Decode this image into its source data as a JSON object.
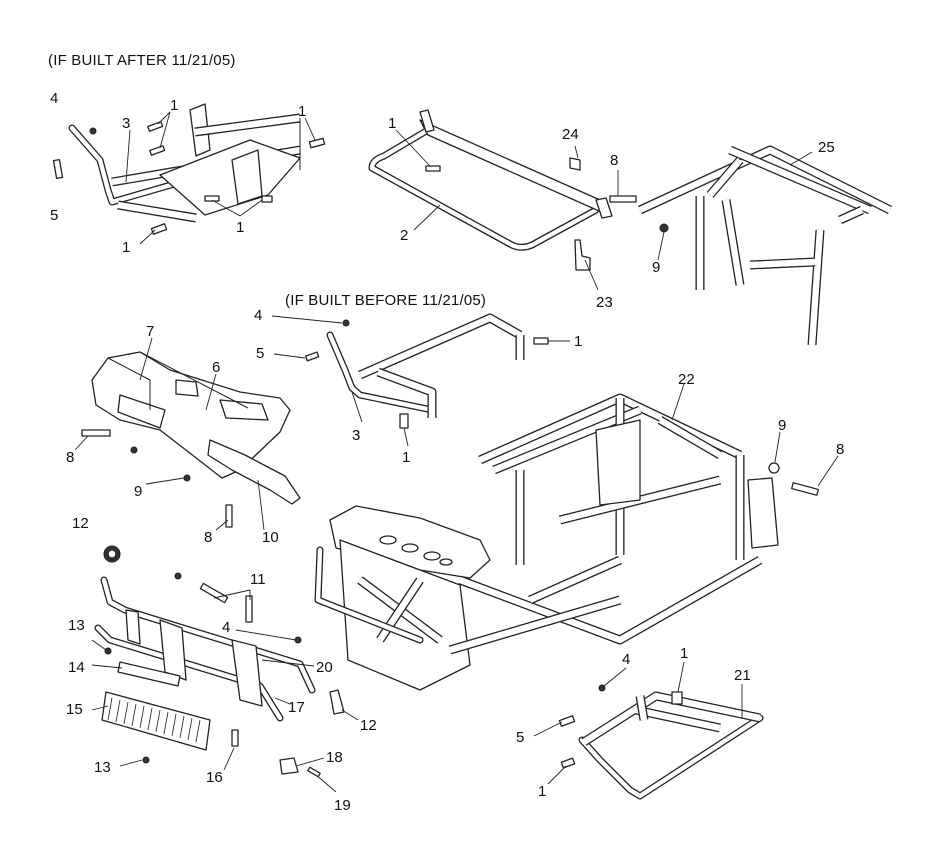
{
  "captions": {
    "after": "(IF BUILT AFTER 11/21/05)",
    "before": "(IF BUILT BEFORE 11/21/05)"
  },
  "callouts": {
    "a4": "4",
    "a1a": "1",
    "a3": "3",
    "a1b": "1",
    "a5": "5",
    "a1c": "1",
    "a1d": "1",
    "b1": "1",
    "b2": "2",
    "b24": "24",
    "b8": "8",
    "b9": "9",
    "b23": "23",
    "b25": "25",
    "c4": "4",
    "c5": "5",
    "c1": "1",
    "c3": "3",
    "c1b": "1",
    "d7": "7",
    "d6": "6",
    "d8": "8",
    "d9": "9",
    "d8b": "8",
    "d10": "10",
    "e22": "22",
    "e9": "9",
    "e8": "8",
    "f12": "12",
    "f11": "11",
    "f4": "4",
    "f13": "13",
    "f14": "14",
    "f20": "20",
    "f15": "15",
    "f17": "17",
    "f12b": "12",
    "f13b": "13",
    "f16": "16",
    "f18": "18",
    "f19": "19",
    "g4": "4",
    "g1": "1",
    "g21": "21",
    "g5": "5",
    "g1b": "1"
  }
}
